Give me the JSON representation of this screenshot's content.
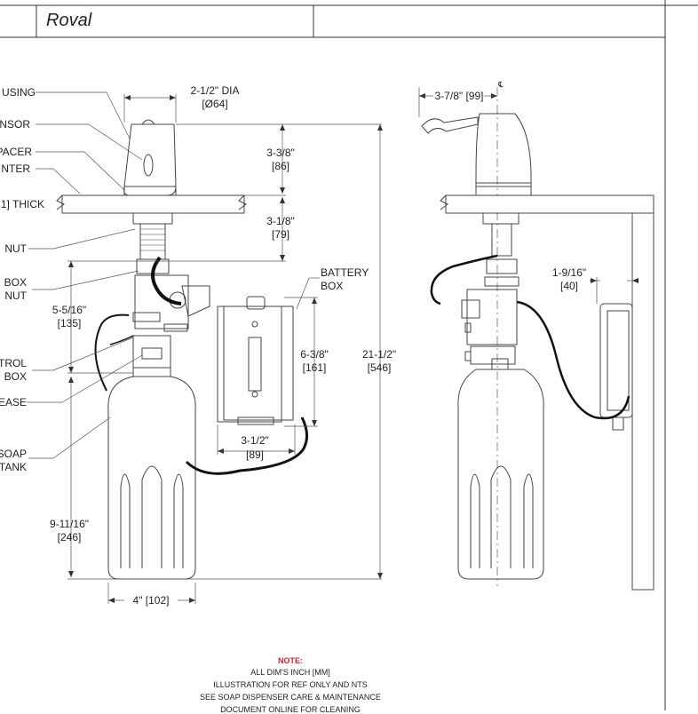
{
  "header": {
    "title": "Roval"
  },
  "labels": {
    "housing": "USING",
    "sensor": "NSOR",
    "spacer": "PACER",
    "center": "NTER",
    "thick": "1] THICK",
    "nut": "NUT",
    "box": "BOX",
    "box_nut": "NUT",
    "control": "TROL",
    "control_box": "BOX",
    "release": "EASE",
    "soap": "SOAP",
    "tank": "TANK",
    "battery": "BATTERY",
    "battery_box": "BOX"
  },
  "dimensions": {
    "dia": "2-1/2\" DIA",
    "dia_mm": "[Ø64]",
    "h1": "3-3/8\"",
    "h1_mm": "[86]",
    "h2": "3-1/8\"",
    "h2_mm": "[79]",
    "side": "5-5/16\"",
    "side_mm": "[135]",
    "battery_h": "6-3/8\"",
    "battery_h_mm": "[161]",
    "total": "21-1/2\"",
    "total_mm": "[546]",
    "battery_w": "3-1/2\"",
    "battery_w_mm": "[89]",
    "tank_h": "9-11/16\"",
    "tank_h_mm": "[246]",
    "tank_w": "4\" [102]",
    "spout": "3-7/8\" [99]",
    "wall": "1-9/16\"",
    "wall_mm": "[40]",
    "centerline": "℄"
  },
  "note": {
    "title": "NOTE:",
    "lines": [
      "ALL DIM'S INCH [MM]",
      "ILLUSTRATION FOR REF ONLY AND NTS",
      "SEE SOAP DISPENSER CARE & MAINTENANCE",
      "DOCUMENT ONLINE FOR CLEANING"
    ]
  }
}
